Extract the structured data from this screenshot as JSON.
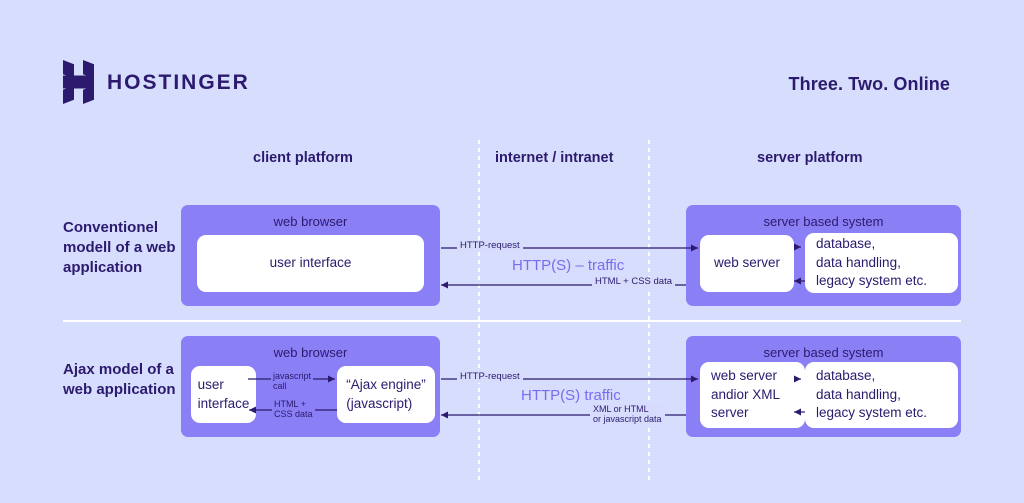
{
  "brand": {
    "logo_icon": "hostinger-h-logo-icon",
    "name": "HOSTINGER",
    "tagline": "Three. Two. Online"
  },
  "colors": {
    "background": "#d7dcfc",
    "panel": "#8b7ff5",
    "box": "#ffffff",
    "text": "#2b1a6e",
    "accent": "#7a6bf0",
    "divider": "#ffffff"
  },
  "columns": [
    {
      "label": "client platform"
    },
    {
      "label": "internet / intranet"
    },
    {
      "label": "server platform"
    }
  ],
  "rows": [
    {
      "id": "conventional",
      "label": "Conventionel modell of a web application",
      "browser": {
        "title": "web browser",
        "boxes": [
          {
            "label": "user interface"
          }
        ]
      },
      "network": {
        "request_label": "HTTP-request",
        "traffic_label": "HTTP(S) – traffic",
        "response_label": "HTML + CSS data"
      },
      "server": {
        "title": "server based system",
        "boxes": [
          {
            "label": "web server"
          },
          {
            "label": "database,\ndata handling,\nlegacy system etc."
          }
        ]
      }
    },
    {
      "id": "ajax",
      "label": "Ajax model of a web application",
      "browser": {
        "title": "web browser",
        "boxes": [
          {
            "label": "user\ninterface"
          },
          {
            "label": "“Ajax engine”\n(javascript)"
          }
        ],
        "internal_labels": {
          "forward": "javascript\ncall",
          "backward": "HTML +\nCSS data"
        }
      },
      "network": {
        "request_label": "HTTP-request",
        "traffic_label": "HTTP(S) traffic",
        "response_label": "XML or HTML\nor javascript data"
      },
      "server": {
        "title": "server based system",
        "boxes": [
          {
            "label": "web server\nandior XML\nserver"
          },
          {
            "label": "database,\ndata handling,\nlegacy system etc."
          }
        ]
      }
    }
  ]
}
